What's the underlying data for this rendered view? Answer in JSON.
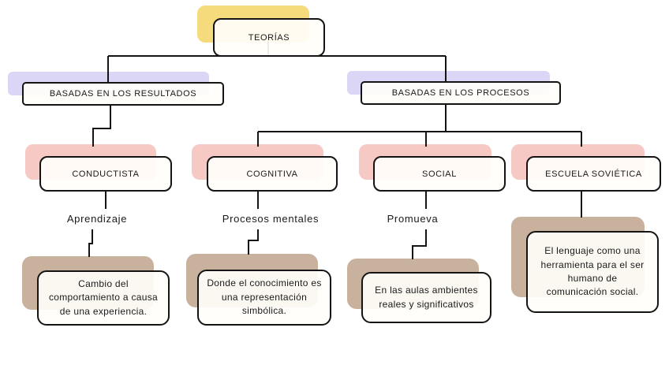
{
  "diagram": {
    "title": "TEORÍAS",
    "branches": {
      "results": "BASADAS EN LOS RESULTADOS",
      "processes": "BASADAS EN LOS PROCESOS"
    },
    "theories": [
      {
        "name": "CONDUCTISTA",
        "keyword": "Aprendizaje",
        "description": "Cambio del comportamiento a causa de una experiencia."
      },
      {
        "name": "COGNITIVA",
        "keyword": "Procesos mentales",
        "description": "Donde el conocimiento es una representación simbólica."
      },
      {
        "name": "SOCIAL",
        "keyword": "Promueva",
        "description": "En las aulas ambientes reales y significativos"
      },
      {
        "name": "ESCUELA SOVIÉTICA",
        "keyword": "",
        "description": "El lenguaje como una herramienta para el ser humano de comunicación social."
      }
    ],
    "colors": {
      "root_shadow": "#F6DB7D",
      "branch_shadow": "#DBD6F5",
      "theory_shadow": "#F6C9C5",
      "detail_shadow": "#C8B19D",
      "box_fill": "#FFFEFA",
      "line": "#141414"
    }
  }
}
